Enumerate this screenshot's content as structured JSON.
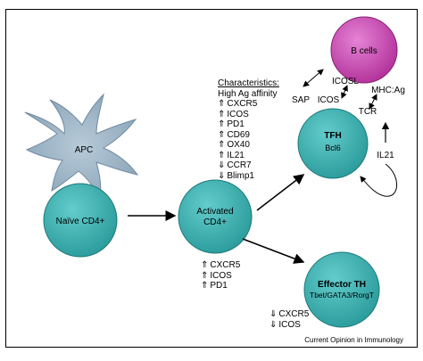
{
  "nodes": {
    "apc": "APC",
    "naive": "Naïve CD4+",
    "activated": [
      "Activated",
      "CD4+"
    ],
    "bcells": "B cells",
    "tfh_title": "TFH",
    "tfh_sub": "Bcl6",
    "effector_title": "Effector TH",
    "effector_sub": "Tbet/GATA3/RorgT"
  },
  "characteristics": {
    "title": "Characteristics:",
    "subtitle": "High Ag affinity",
    "items": [
      {
        "dir": "up",
        "label": "CXCR5"
      },
      {
        "dir": "up",
        "label": "ICOS"
      },
      {
        "dir": "up",
        "label": "PD1"
      },
      {
        "dir": "up",
        "label": "CD69"
      },
      {
        "dir": "up",
        "label": "OX40"
      },
      {
        "dir": "up",
        "label": "IL21"
      },
      {
        "dir": "down",
        "label": "CCR7"
      },
      {
        "dir": "down",
        "label": "Blimp1"
      }
    ]
  },
  "activated_markers": [
    {
      "dir": "up",
      "label": "CXCR5"
    },
    {
      "dir": "up",
      "label": "ICOS"
    },
    {
      "dir": "up",
      "label": "PD1"
    }
  ],
  "effector_markers": [
    {
      "dir": "down",
      "label": "CXCR5"
    },
    {
      "dir": "down",
      "label": "ICOS"
    }
  ],
  "interaction_labels": {
    "icosl": "ICOSL",
    "icos": "ICOS",
    "sap": "SAP",
    "mhc": "MHC:Ag",
    "tcr": "TCR",
    "il21": "IL21"
  },
  "footer": "Current Opinion in Immunology",
  "colors": {
    "teal": "#3aa7a7",
    "teal_light": "#5cc7c7",
    "bcell": "#c23aa8",
    "bcell_light": "#e07ad0",
    "apc": "#9fb6c8"
  }
}
